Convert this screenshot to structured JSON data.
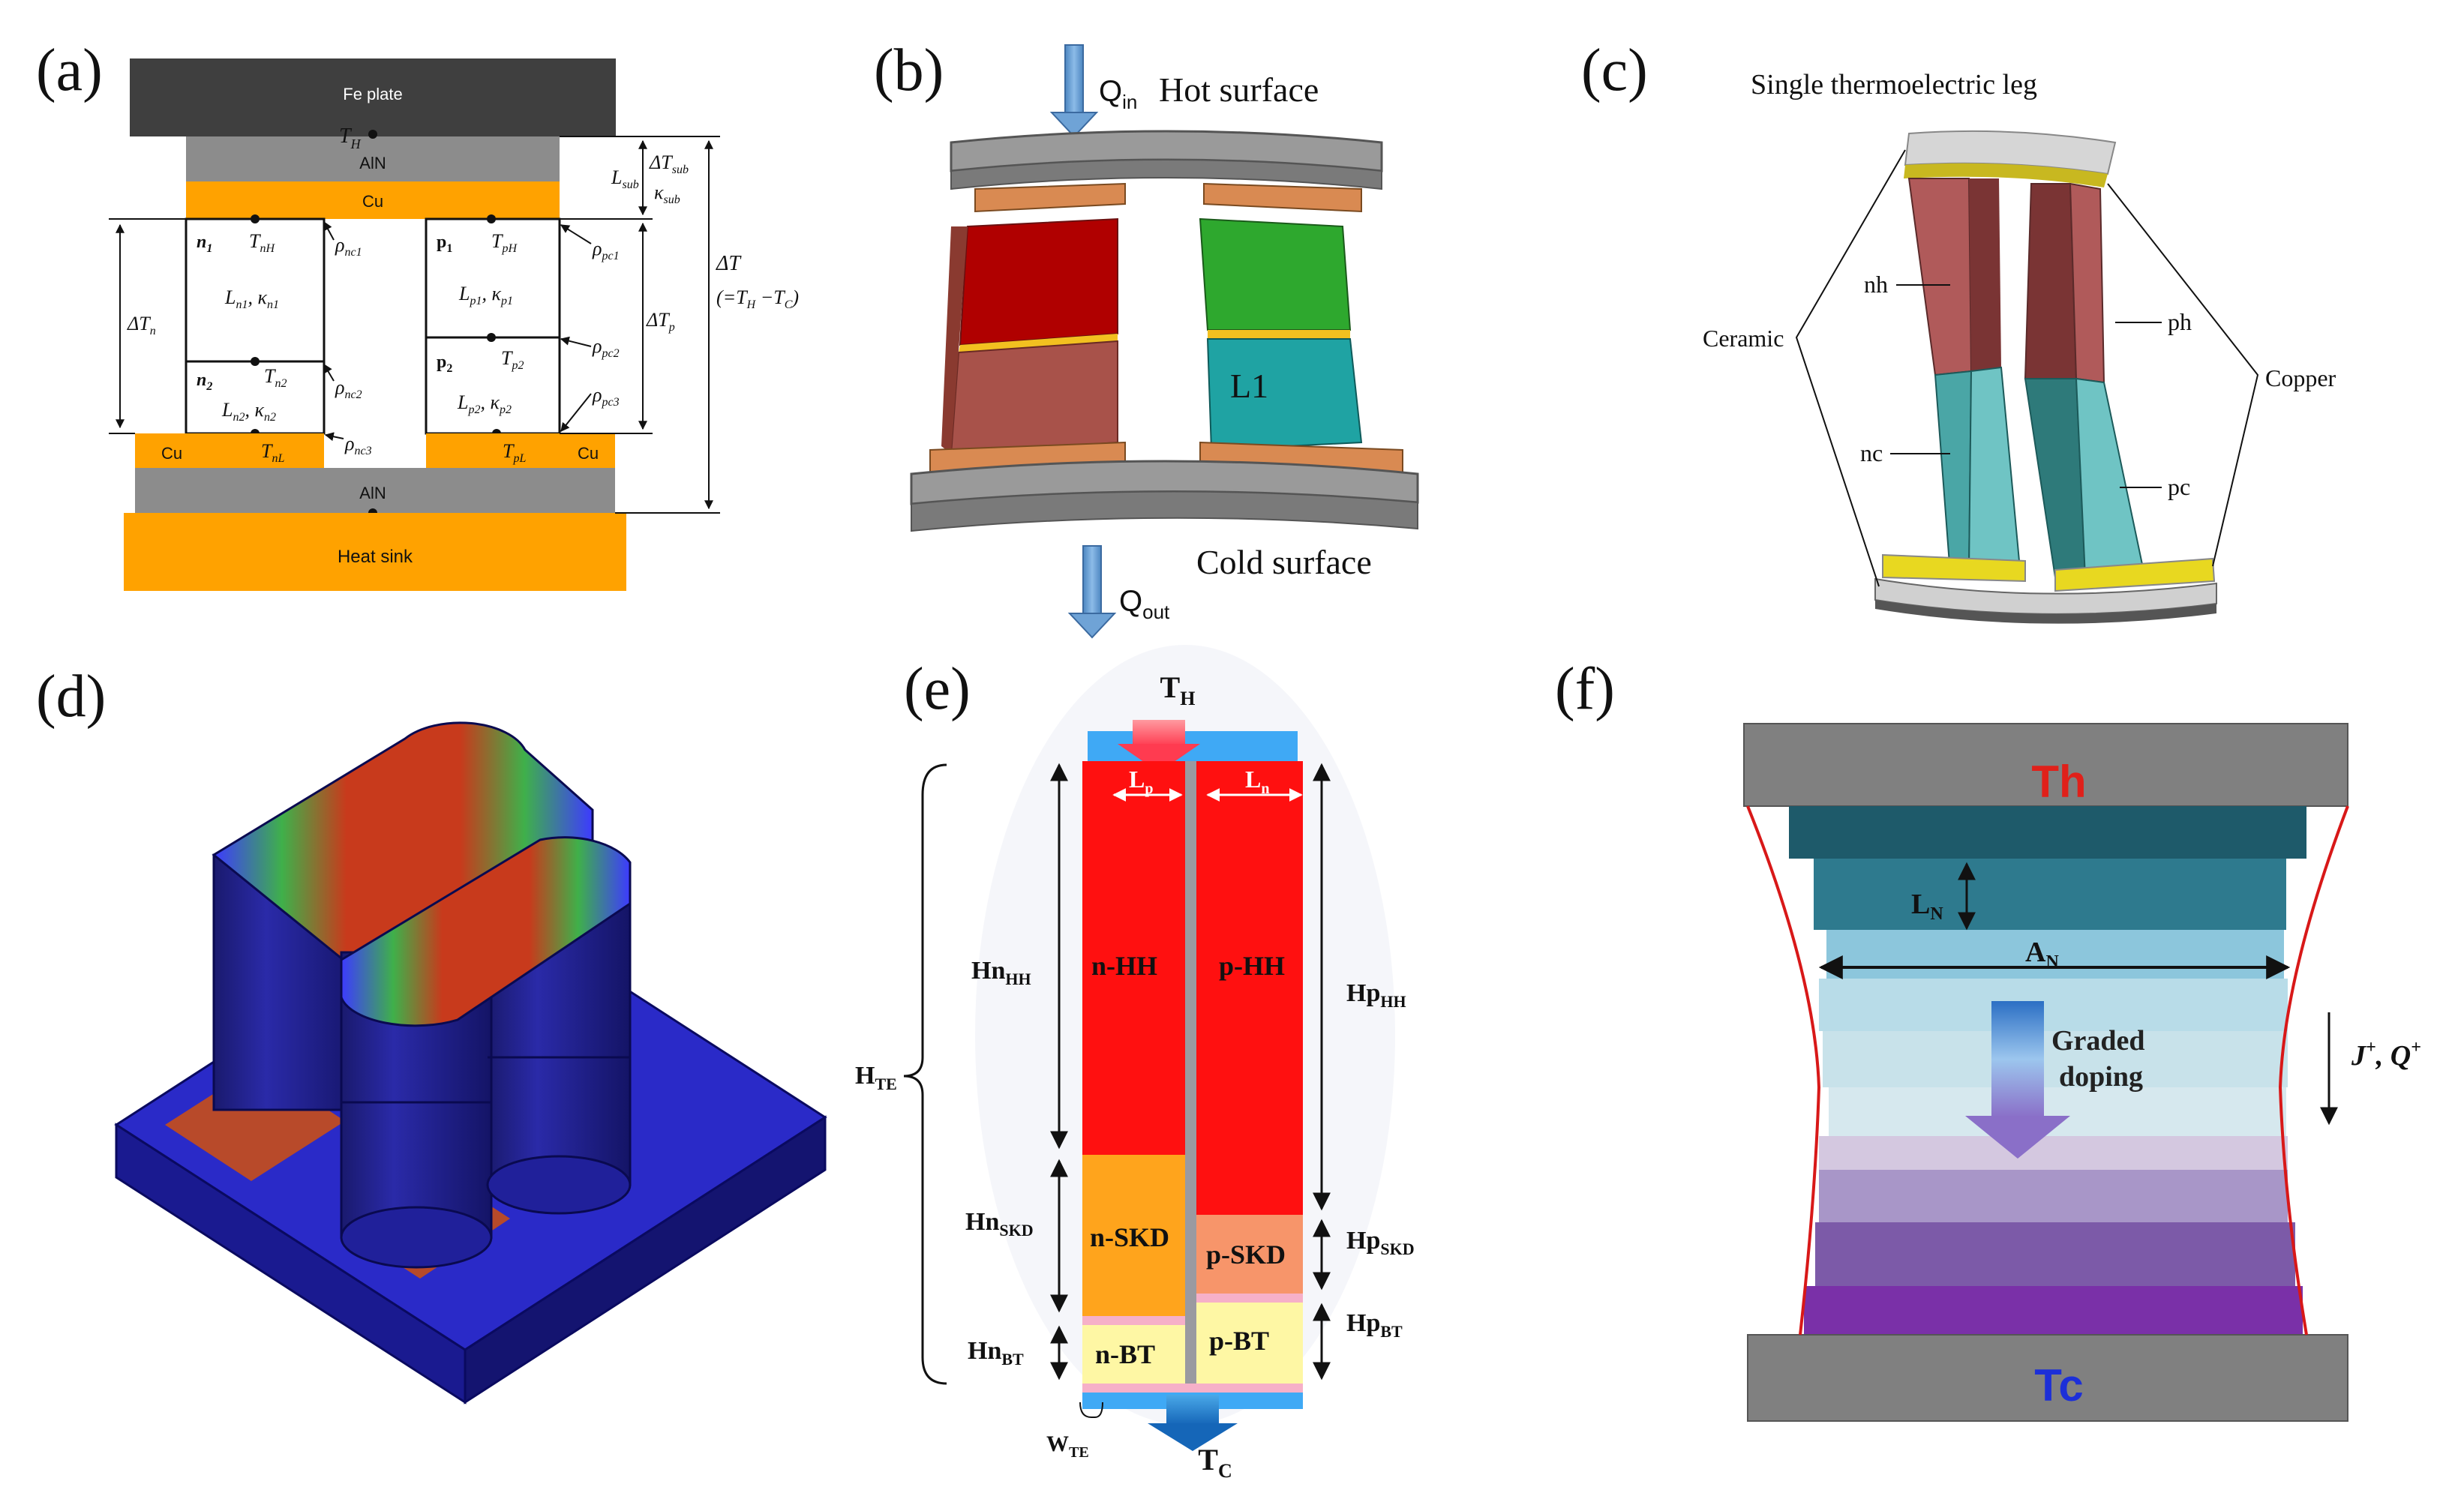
{
  "figure": {
    "panels": {
      "a": "(a)",
      "b": "(b)",
      "c": "(c)",
      "d": "(d)",
      "e": "(e)",
      "f": "(f)"
    }
  },
  "panel_a": {
    "fe_plate": "Fe plate",
    "aln_top": "AlN",
    "cu_top": "Cu",
    "cu_left": "Cu",
    "cu_right": "Cu",
    "aln_bottom": "AlN",
    "heat_sink": "Heat sink",
    "n1": "n",
    "n1_sub": "1",
    "n2": "n",
    "n2_sub": "2",
    "p1": "p",
    "p1_sub": "1",
    "p2": "p",
    "p2_sub": "2",
    "t_h": "T",
    "t_h_sub": "H",
    "t_c": "T",
    "t_c_sub": "C",
    "t_nh": "T",
    "t_nh_sub": "nH",
    "t_ph": "T",
    "t_ph_sub": "pH",
    "t_n2": "T",
    "t_n2_sub": "n2",
    "t_p2": "T",
    "t_p2_sub": "p2",
    "t_nl": "T",
    "t_nl_sub": "nL",
    "t_pl": "T",
    "t_pl_sub": "pL",
    "rho_nc1": "ρ",
    "rho_nc1_sub": "nc1",
    "rho_nc2": "ρ",
    "rho_nc2_sub": "nc2",
    "rho_nc3": "ρ",
    "rho_nc3_sub": "nc3",
    "rho_pc1": "ρ",
    "rho_pc1_sub": "pc1",
    "rho_pc2": "ρ",
    "rho_pc2_sub": "pc2",
    "rho_pc3": "ρ",
    "rho_pc3_sub": "pc3",
    "l_n1": "L",
    "l_n1_sub": "n1",
    "k_n1": ", κ",
    "k_n1_sub": "n1",
    "l_p1": "L",
    "l_p1_sub": "p1",
    "k_p1": ", κ",
    "k_p1_sub": "p1",
    "l_n2": "L",
    "l_n2_sub": "n2",
    "k_n2": ", κ",
    "k_n2_sub": "n2",
    "l_p2": "L",
    "l_p2_sub": "p2",
    "k_p2": ", κ",
    "k_p2_sub": "p2",
    "l_sub": "L",
    "l_sub_sub": "sub",
    "dt_sub": "ΔT",
    "dt_sub_sub": "sub",
    "k_sub": "κ",
    "k_sub_sub": "sub",
    "dt_n": "ΔT",
    "dt_n_sub": "n",
    "dt_p": "ΔT",
    "dt_p_sub": "p",
    "dt": "ΔT",
    "dt_eq": "(=T",
    "dt_eq_h": "H",
    "dt_eq_mid": " −T",
    "dt_eq_c": "C",
    "dt_eq_end": ")"
  },
  "panel_b": {
    "q_in": "Q",
    "q_in_sub": "in",
    "hot_surface": "Hot surface",
    "l1": "L1",
    "cold_surface": "Cold surface",
    "q_out": "Q",
    "q_out_sub": "out"
  },
  "panel_c": {
    "title": "Single thermoelectric leg",
    "nh": "nh",
    "ph": "ph",
    "nc": "nc",
    "pc": "pc",
    "ceramic": "Ceramic",
    "copper": "Copper"
  },
  "panel_e": {
    "t_h": "T",
    "t_h_sub": "H",
    "t_c": "T",
    "t_c_sub": "C",
    "l_p": "L",
    "l_p_sub": "p",
    "l_n": "L",
    "l_n_sub": "n",
    "n_hh": "n-HH",
    "p_hh": "p-HH",
    "n_skd": "n-SKD",
    "p_skd": "p-SKD",
    "n_bt": "n-BT",
    "p_bt": "p-BT",
    "hn_hh": "Hn",
    "hn_hh_sub": "HH",
    "hn_skd": "Hn",
    "hn_skd_sub": "SKD",
    "hn_bt": "Hn",
    "hn_bt_sub": "BT",
    "hp_hh": "Hp",
    "hp_hh_sub": "HH",
    "hp_skd": "Hp",
    "hp_skd_sub": "SKD",
    "hp_bt": "Hp",
    "hp_bt_sub": "BT",
    "h_te": "H",
    "h_te_sub": "TE",
    "w_te": "W",
    "w_te_sub": "TE"
  },
  "panel_f": {
    "th": "Th",
    "tc": "Tc",
    "l_n": "L",
    "l_n_sub": "N",
    "a_n": "A",
    "a_n_sub": "N",
    "graded_1": "Graded",
    "graded_2": "doping",
    "j_q": "J",
    "j_q_sup": "+",
    "j_q_mid": ", Q",
    "j_q_sup2": "+"
  },
  "colors": {
    "fe_plate": "#3f3f3f",
    "aln": "#8c8c8c",
    "copper_orange": "#ffa200",
    "red_hot": "#ff0000",
    "skd_orange": "#ffa41c",
    "bt_yellow": "#fef7a4",
    "top_blue": "#3fa9f5",
    "f_th_red": "#e0201a",
    "f_tc_blue": "#1c2fd8",
    "arrow_blue": "#6fa3d6"
  }
}
